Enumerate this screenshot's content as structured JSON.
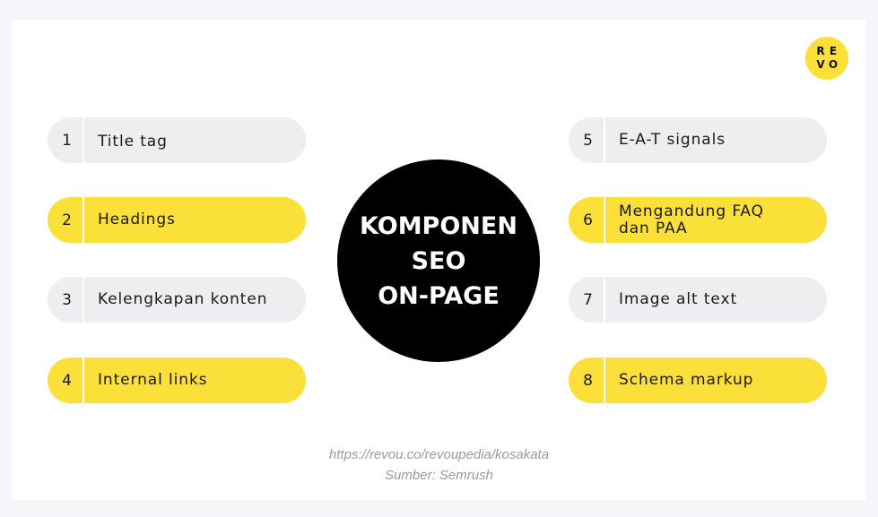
{
  "logo": {
    "letters": [
      "R",
      "E",
      "V",
      "O"
    ]
  },
  "center": {
    "lines": [
      "KOMPONEN",
      "SEO",
      "ON-PAGE"
    ]
  },
  "items": [
    {
      "number": "1",
      "label": "Title tag",
      "color": "#eeedef"
    },
    {
      "number": "2",
      "label": "Headings",
      "color": "#fbe03a"
    },
    {
      "number": "3",
      "label": "Kelengkapan konten",
      "color": "#eeedef"
    },
    {
      "number": "4",
      "label": "Internal links",
      "color": "#fbe03a"
    },
    {
      "number": "5",
      "label": "E-A-T signals",
      "color": "#eeedef"
    },
    {
      "number": "6",
      "label": "Mengandung FAQ dan PAA",
      "color": "#fbe03a"
    },
    {
      "number": "7",
      "label": "Image alt text",
      "color": "#eeedef"
    },
    {
      "number": "8",
      "label": "Schema markup",
      "color": "#fbe03a"
    }
  ],
  "footer": {
    "url": "https://revou.co/revoupedia/kosakata",
    "source": "Sumber:  Semrush"
  }
}
